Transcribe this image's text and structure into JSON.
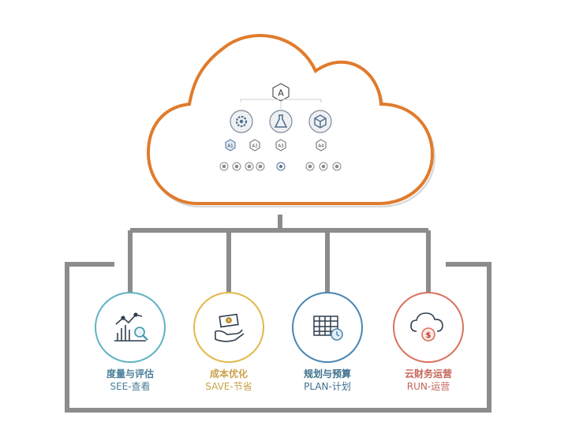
{
  "cloud": {
    "top_badge": "A",
    "sub_badges": [
      "A1",
      "A2",
      "A3",
      "A4"
    ]
  },
  "pillars": [
    {
      "cn": "度量与评估",
      "en": "SEE-查看",
      "color": "#4a7f9a",
      "icon": "chart-magnifier-icon"
    },
    {
      "cn": "成本优化",
      "en": "SAVE-节省",
      "color": "#c9a24a",
      "icon": "money-hand-icon"
    },
    {
      "cn": "规划与预算",
      "en": "PLAN-计划",
      "color": "#3d6f8c",
      "icon": "calendar-clock-icon"
    },
    {
      "cn": "云财务运营",
      "en": "RUN-运营",
      "color": "#c3655a",
      "icon": "cloud-dollar-icon"
    }
  ],
  "colors": {
    "cloud_outline": "#e07b2c",
    "connector": "#8c8c8c",
    "pillar_teal": "#5fb3c4",
    "pillar_gold": "#e2b84c",
    "pillar_blue": "#4a86b2",
    "pillar_red": "#d9725f"
  }
}
